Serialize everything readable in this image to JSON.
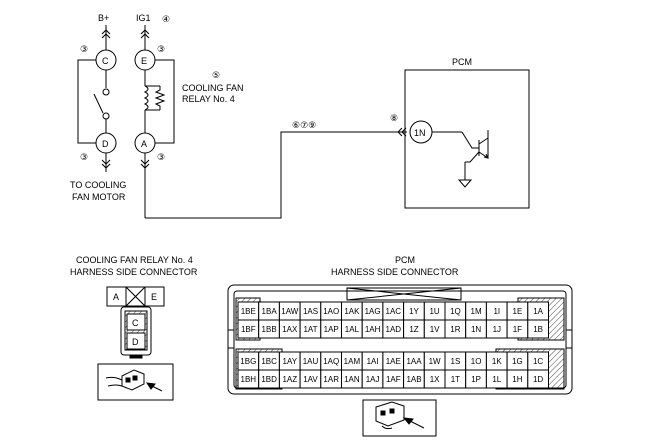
{
  "wiring": {
    "top_labels": {
      "b_plus": "B+",
      "ig1": "IG1"
    },
    "notes": {
      "ig1_note": "④",
      "c_note": "③",
      "e_note": "③",
      "d_note": "③",
      "a_note": "③",
      "relay_note": "⑤",
      "wire_notes": "⑥⑦⑨",
      "pcm_note": "⑧"
    },
    "terminals": {
      "c": "C",
      "e": "E",
      "d": "D",
      "a": "A"
    },
    "relay_label": [
      "COOLING FAN",
      "RELAY No. 4"
    ],
    "motor_label": [
      "TO COOLING",
      "FAN MOTOR"
    ],
    "pcm": {
      "title": "PCM",
      "pin": "1N"
    }
  },
  "relay_connector": {
    "title": [
      "COOLING FAN RELAY No. 4",
      "HARNESS SIDE CONNECTOR"
    ],
    "pins": {
      "a": "A",
      "e": "E",
      "c": "C",
      "d": "D"
    }
  },
  "pcm_connector": {
    "title": [
      "PCM",
      "HARNESS SIDE CONNECTOR"
    ],
    "rows": [
      [
        "1BE",
        "1BA",
        "1AW",
        "1AS",
        "1AO",
        "1AK",
        "1AG",
        "1AC",
        "1Y",
        "1U",
        "1Q",
        "1M",
        "1I",
        "1E",
        "1A"
      ],
      [
        "1BF",
        "1BB",
        "1AX",
        "1AT",
        "1AP",
        "1AL",
        "1AH",
        "1AD",
        "1Z",
        "1V",
        "1R",
        "1N",
        "1J",
        "1F",
        "1B"
      ],
      [
        "1BG",
        "1BC",
        "1AY",
        "1AU",
        "1AQ",
        "1AM",
        "1AI",
        "1AE",
        "1AA",
        "1W",
        "1S",
        "1O",
        "1K",
        "1G",
        "1C"
      ],
      [
        "1BH",
        "1BD",
        "1AZ",
        "1AV",
        "1AR",
        "1AN",
        "1AJ",
        "1AF",
        "1AB",
        "1X",
        "1T",
        "1P",
        "1L",
        "1H",
        "1D"
      ]
    ]
  }
}
